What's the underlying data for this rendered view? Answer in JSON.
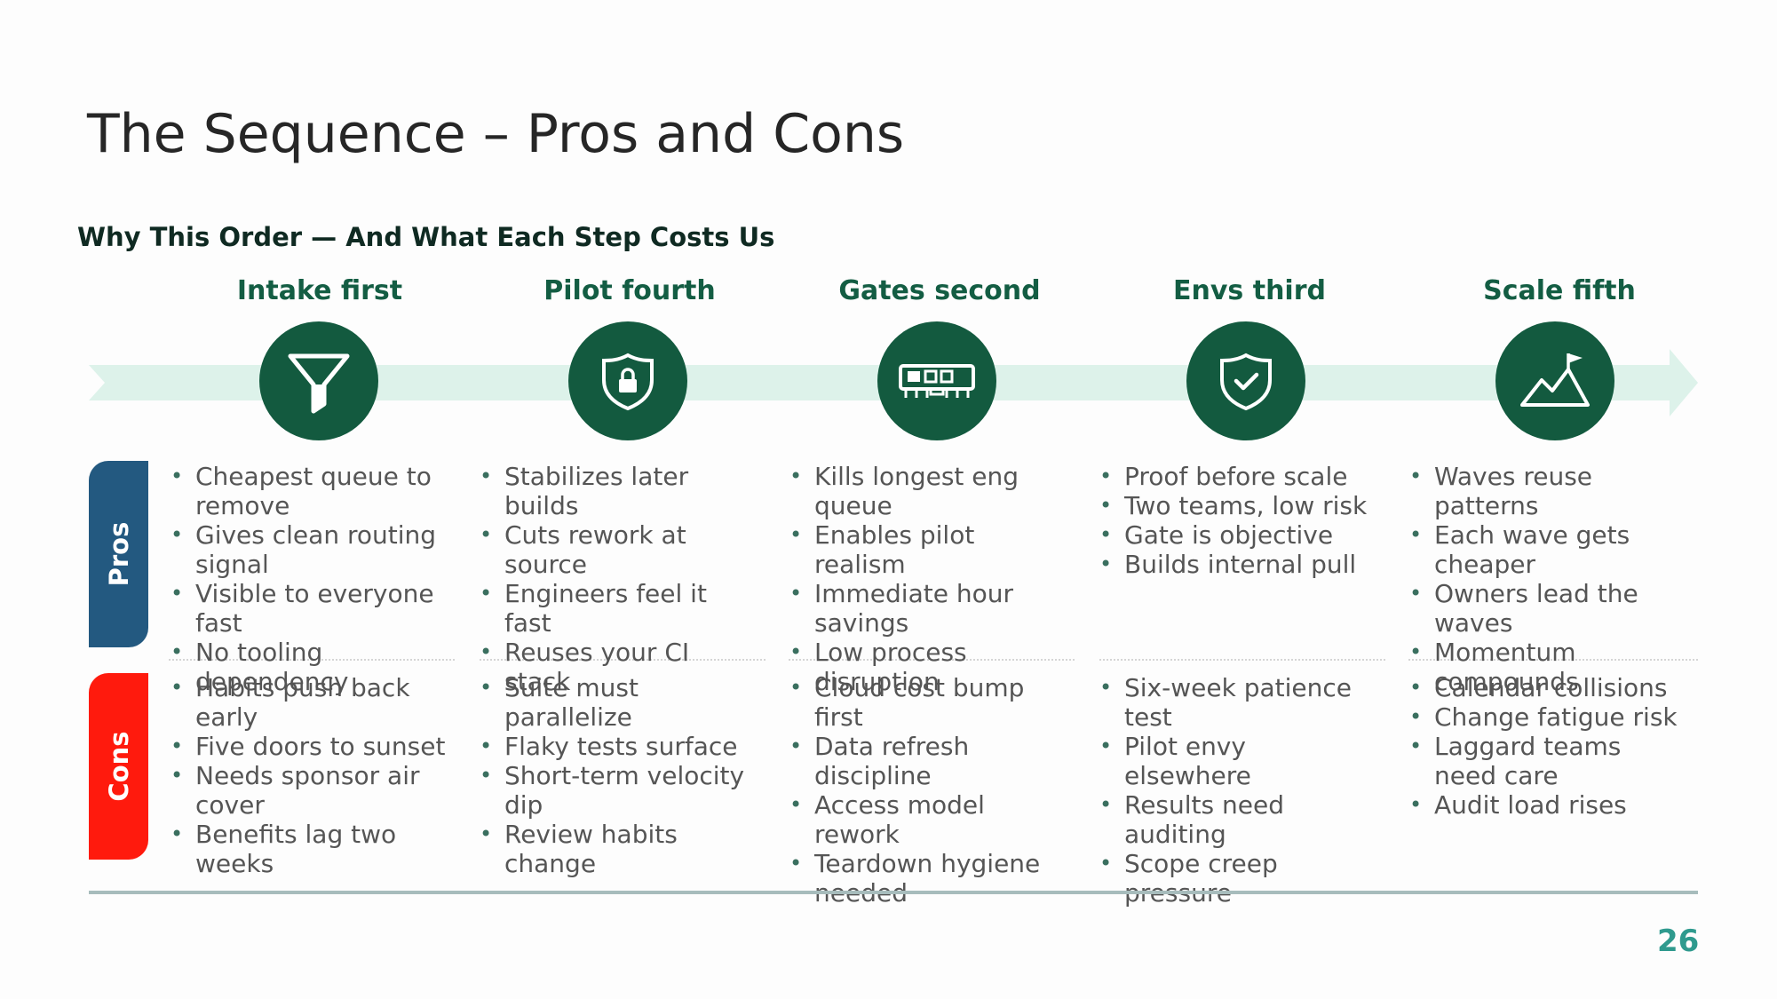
{
  "slide": {
    "title": "The Sequence – Pros and Cons",
    "subtitle": "Why This Order — And What Each Step Costs Us",
    "page_number": "26",
    "pros_label": "Pros",
    "cons_label": "Cons"
  },
  "colors": {
    "step_label": "#135d43",
    "circle": "#135a3f",
    "arrow_band": "#ddf2ea",
    "pros_tab": "#235980",
    "cons_tab": "#ff1a0d",
    "page_number": "#2f9a8e"
  },
  "steps": [
    {
      "label": "Intake first",
      "icon": "funnel-icon",
      "pros": [
        "Cheapest queue to remove",
        "Gives clean routing signal",
        "Visible to everyone fast",
        "No tooling dependency"
      ],
      "cons": [
        "Habits push back early",
        "Five doors to sunset",
        "Needs sponsor air cover",
        "Benefits lag two weeks"
      ]
    },
    {
      "label": "Pilot fourth",
      "icon": "shield-lock-icon",
      "pros": [
        "Stabilizes later builds",
        "Cuts rework at source",
        "Engineers feel it fast",
        "Reuses your CI stack"
      ],
      "cons": [
        "Suite must parallelize",
        "Flaky tests surface",
        "Short-term velocity dip",
        "Review habits change"
      ]
    },
    {
      "label": "Gates second",
      "icon": "server-rack-icon",
      "pros": [
        "Kills longest eng queue",
        "Enables pilot realism",
        "Immediate hour savings",
        "Low process disruption"
      ],
      "cons": [
        "Cloud cost bump first",
        "Data refresh discipline",
        "Access model rework",
        "Teardown hygiene needed"
      ]
    },
    {
      "label": "Envs third",
      "icon": "shield-check-icon",
      "pros": [
        "Proof before scale",
        "Two teams, low risk",
        "Gate is objective",
        "Builds internal pull"
      ],
      "cons": [
        "Six-week patience test",
        "Pilot envy elsewhere",
        "Results need auditing",
        "Scope creep pressure"
      ]
    },
    {
      "label": "Scale fifth",
      "icon": "mountain-flag-icon",
      "pros": [
        "Waves reuse patterns",
        "Each wave gets cheaper",
        "Owners lead the waves",
        "Momentum compounds"
      ],
      "cons": [
        "Calendar collisions",
        "Change fatigue risk",
        "Laggard teams need care",
        "Audit load rises"
      ]
    }
  ]
}
